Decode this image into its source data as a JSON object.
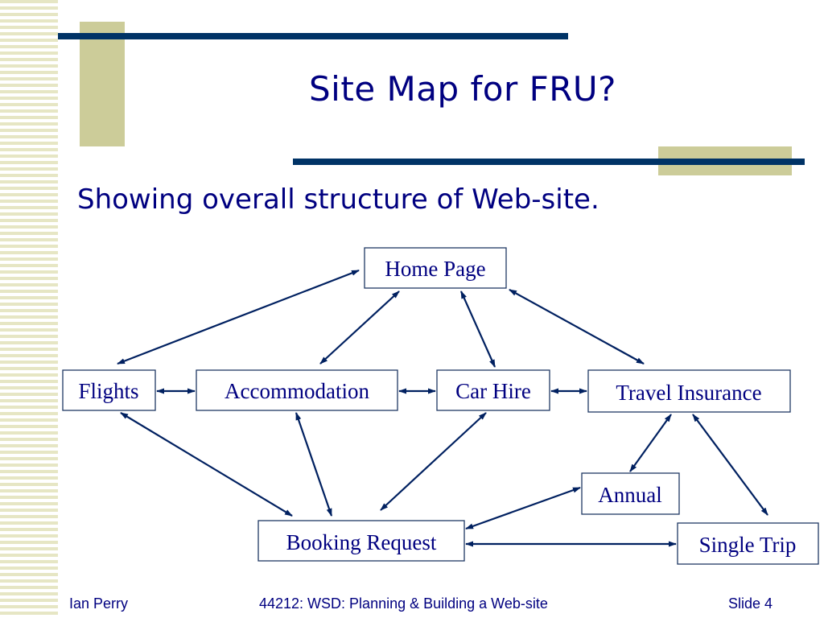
{
  "slide": {
    "title": "Site Map for FRU?",
    "subtitle": "Showing overall structure of Web-site."
  },
  "diagram": {
    "nodes": {
      "home": "Home Page",
      "flights": "Flights",
      "accommodation": "Accommodation",
      "car_hire": "Car Hire",
      "travel_insurance": "Travel Insurance",
      "annual": "Annual",
      "booking_request": "Booking Request",
      "single_trip": "Single Trip"
    },
    "edges": [
      [
        "home",
        "flights"
      ],
      [
        "home",
        "accommodation"
      ],
      [
        "home",
        "car_hire"
      ],
      [
        "home",
        "travel_insurance"
      ],
      [
        "flights",
        "accommodation"
      ],
      [
        "accommodation",
        "car_hire"
      ],
      [
        "car_hire",
        "travel_insurance"
      ],
      [
        "flights",
        "booking_request"
      ],
      [
        "accommodation",
        "booking_request"
      ],
      [
        "car_hire",
        "booking_request"
      ],
      [
        "travel_insurance",
        "annual"
      ],
      [
        "travel_insurance",
        "single_trip"
      ],
      [
        "annual",
        "booking_request"
      ],
      [
        "booking_request",
        "single_trip"
      ]
    ]
  },
  "footer": {
    "author": "Ian Perry",
    "course": "44212: WSD: Planning & Building a Web-site",
    "slide_number": "Slide 4"
  },
  "colors": {
    "text": "#000080",
    "rule": "#003366",
    "accent": "#cccc99",
    "arrow": "#002060"
  }
}
